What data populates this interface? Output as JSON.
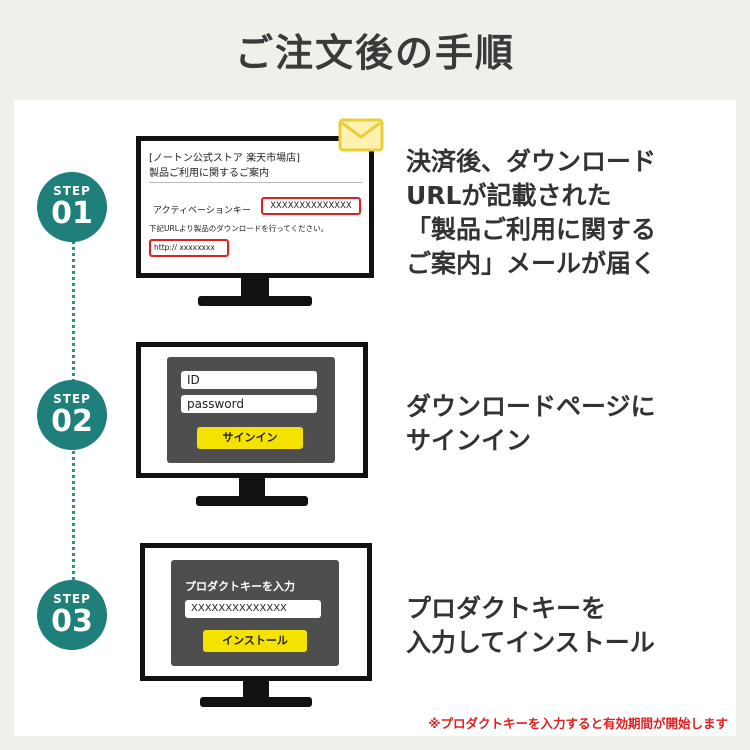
{
  "title": "ご注文後の手順",
  "step_label": "STEP",
  "steps": [
    {
      "number": "01",
      "description_lines": [
        "決済後、ダウンロード",
        "URLが記載された",
        "「製品ご利用に関する",
        "ご案内」メールが届く"
      ],
      "screen": {
        "store_line": "[ノートン公式ストア 楽天市場店]",
        "subject_line": "製品ご利用に関するご案内",
        "activation_label": "アクティベーションキー",
        "activation_key": "XXXXXXXXXXXXXX",
        "download_note": "下記URLより製品のダウンロードを行ってください。",
        "url": "http:// xxxxxxxx"
      }
    },
    {
      "number": "02",
      "description_lines": [
        "ダウンロードページに",
        "サインイン"
      ],
      "screen": {
        "id_value": "ID",
        "password_value": "password",
        "signin_button": "サインイン"
      }
    },
    {
      "number": "03",
      "description_lines": [
        "プロダクトキーを",
        "入力してインストール"
      ],
      "screen": {
        "panel_title": "プロダクトキーを入力",
        "key_value": "XXXXXXXXXXXXXX",
        "install_button": "インストール"
      }
    }
  ],
  "footnote": "※プロダクトキーを入力すると有効期間が開始します",
  "icons": [
    "envelope-icon"
  ],
  "colors": {
    "accent": "#1f7f7a",
    "highlight": "#e02020",
    "button": "#f4e200",
    "background": "#f1efea"
  }
}
